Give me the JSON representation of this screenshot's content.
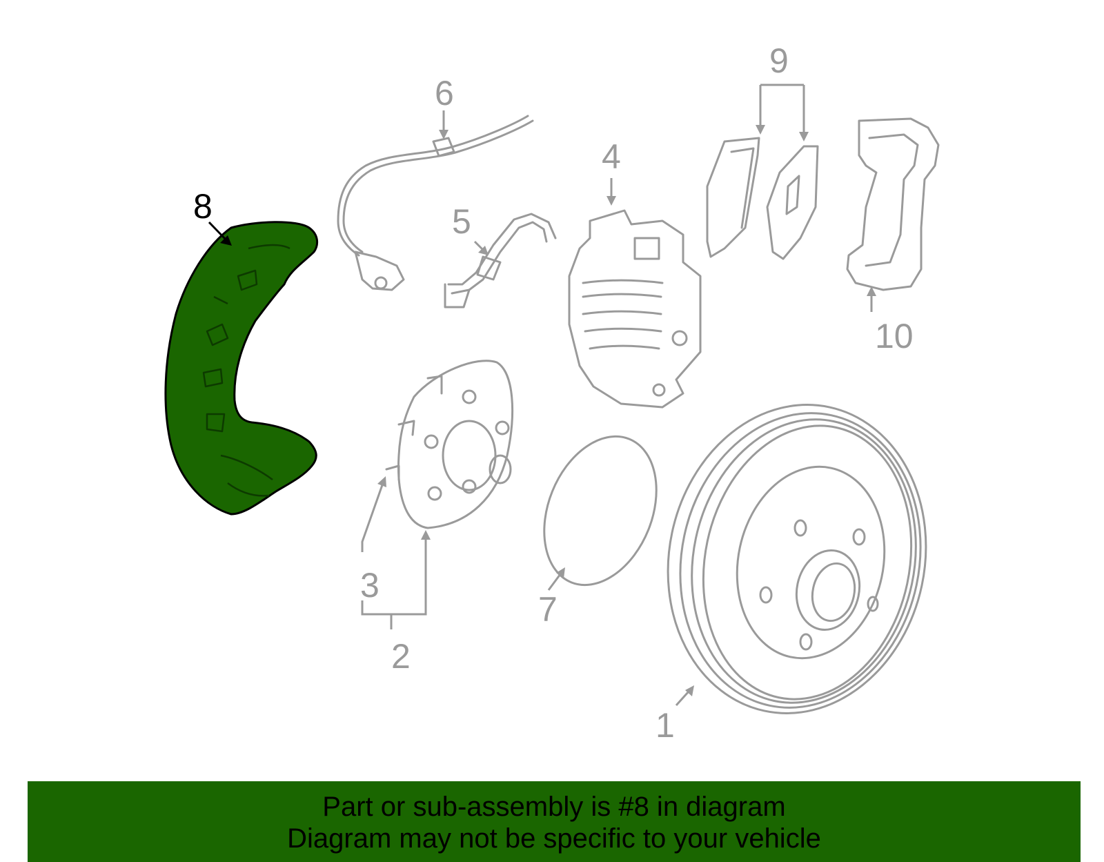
{
  "diagram": {
    "callouts": [
      "1",
      "2",
      "3",
      "4",
      "5",
      "6",
      "7",
      "8",
      "9",
      "10"
    ],
    "highlighted_callout": "8",
    "colors": {
      "highlight": "#1a6600",
      "part_line": "#9a9a9a",
      "background": "#ffffff"
    }
  },
  "banner": {
    "line1": "Part or sub-assembly is #8 in diagram",
    "line2": "Diagram may not be specific to your vehicle"
  }
}
